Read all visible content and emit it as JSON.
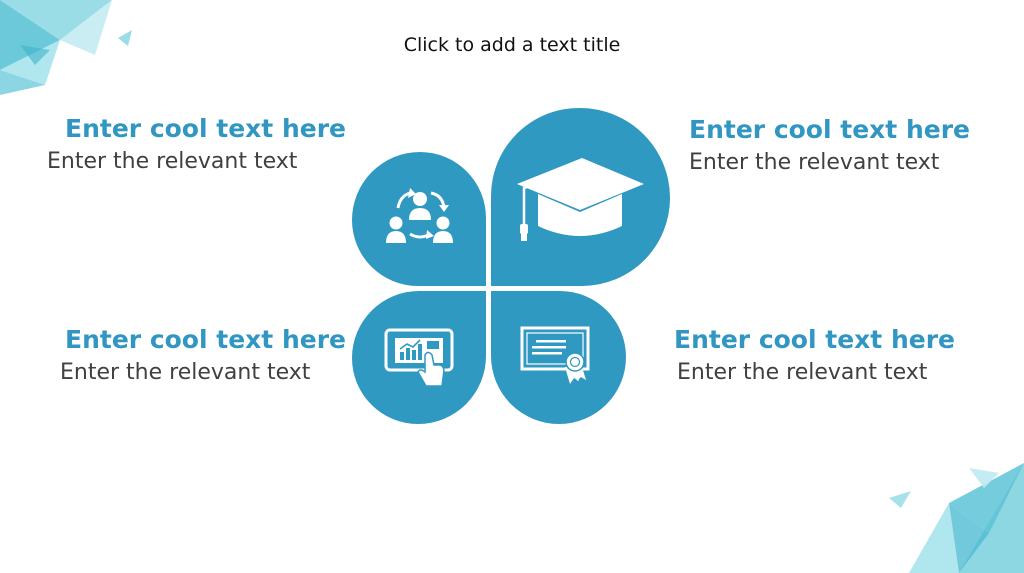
{
  "slide": {
    "title": "Click to add a text title"
  },
  "colors": {
    "accent": "#3197c2",
    "petal": "#2f99c2",
    "body_text": "#404040",
    "title_text": "#111111",
    "decoration": "#7fd3df"
  },
  "items": [
    {
      "headline": "Enter cool text here",
      "body": "Enter the relevant text",
      "icon": "teamwork-icon"
    },
    {
      "headline": "Enter cool text here",
      "body": "Enter the relevant text",
      "icon": "graduation-cap-icon"
    },
    {
      "headline": "Enter cool text here",
      "body": "Enter the relevant text",
      "icon": "tablet-chart-icon"
    },
    {
      "headline": "Enter cool text here",
      "body": "Enter the relevant text",
      "icon": "certificate-icon"
    }
  ]
}
